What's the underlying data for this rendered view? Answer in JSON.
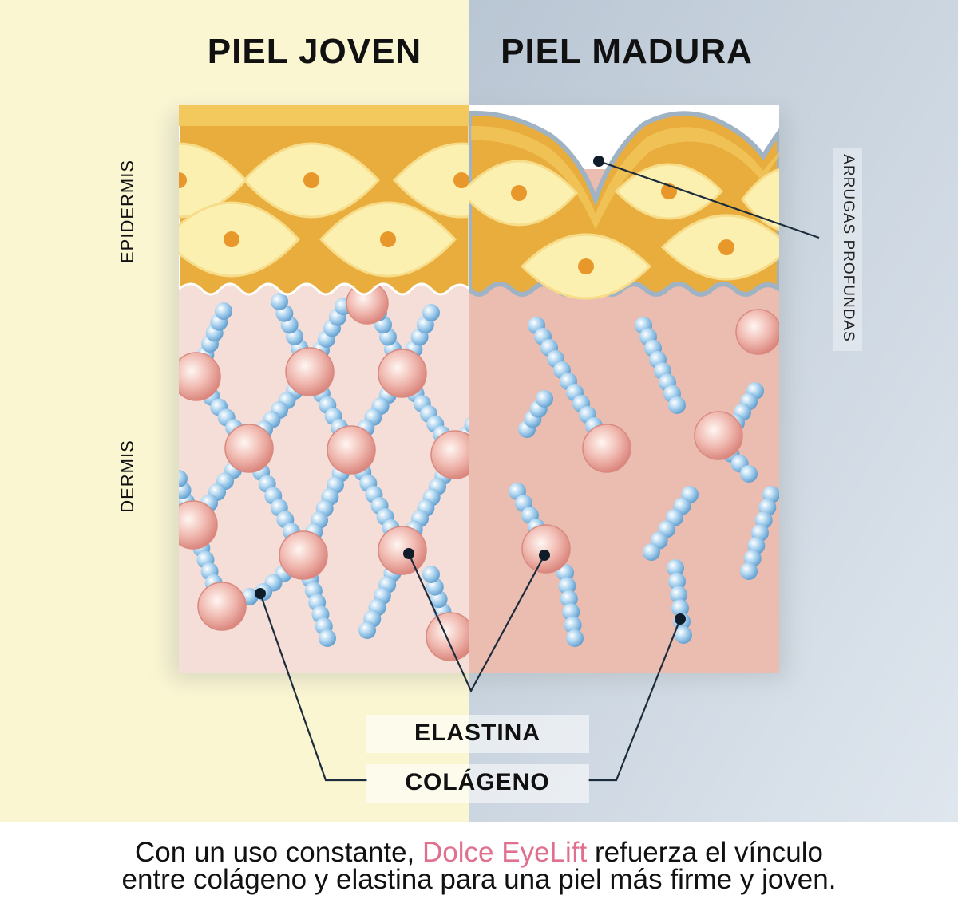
{
  "titles": {
    "left": "PIEL JOVEN",
    "right": "PIEL MADURA"
  },
  "layers": {
    "epidermis": "EPIDERMIS",
    "dermis": "DERMIS"
  },
  "callouts": {
    "wrinkles": "ARRUGAS PROFUNDAS",
    "elastin": "ELASTINA",
    "collagen": "COLÁGENO"
  },
  "caption": {
    "part1": "Con un uso constante,",
    "brand": "Dolce EyeLift",
    "part2": "refuerza el vínculo",
    "line2": "entre colágeno y elastina para una piel más firme y joven."
  },
  "colors": {
    "left_bg": "#fbf6d2",
    "right_bg": "#c9d4df",
    "epidermis": "#e8ad3c",
    "cell": "#fbf0b0",
    "nucleus": "#e8972a",
    "dermis_young": "#f5ded7",
    "dermis_mature": "#ebbcb0",
    "elastin_bead": "#9cc8ea",
    "collagen_ball": "#e8a49c",
    "brand": "#e0708e"
  }
}
